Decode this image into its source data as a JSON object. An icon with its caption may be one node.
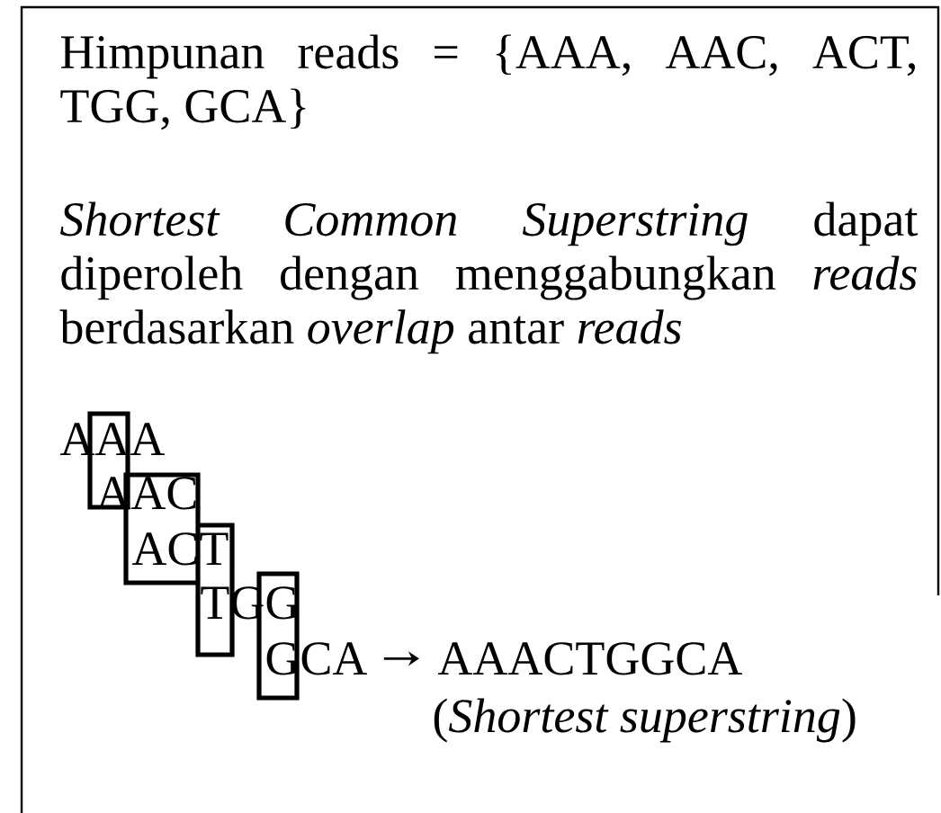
{
  "diagram": {
    "nodes": [
      {
        "text": [
          "GCA"
        ]
      },
      {
        "text": [
          "AAACTGGCA"
        ]
      }
    ],
    "edges": [
      {
        "from": 0,
        "to": 1,
        "arrow": "to"
      }
    ],
    "labels": [
      "Himpunan reads = {AAA, AAC, ACT, TGG, GCA}",
      "*Shortest Common Superstring* dapat diperoleh dengan menggabungkan *reads* berdasarkan *overlap* antar *reads*",
      "AAA",
      "AAC",
      "ACT",
      "TGG",
      "(*Shortest superstring*)"
    ]
  }
}
